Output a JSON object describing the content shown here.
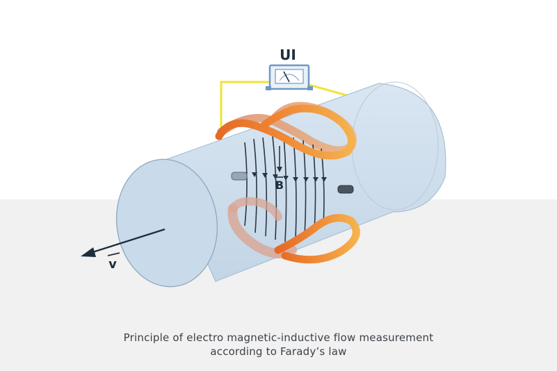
{
  "labels": {
    "meter": "UI",
    "field": "B",
    "velocity": "v"
  },
  "caption": {
    "line1": "Principle of electro magnetic-inductive flow measurement",
    "line2": "according to Farady’s law"
  },
  "colors": {
    "pipe": "#cfdeec",
    "pipe_outline": "#9cb3c9",
    "wire": "#f3e332",
    "coil_front": "#e9772e",
    "coil_back": "#f0a64a",
    "field_lines": "#2a3542",
    "floor": "#f1f1f1"
  }
}
